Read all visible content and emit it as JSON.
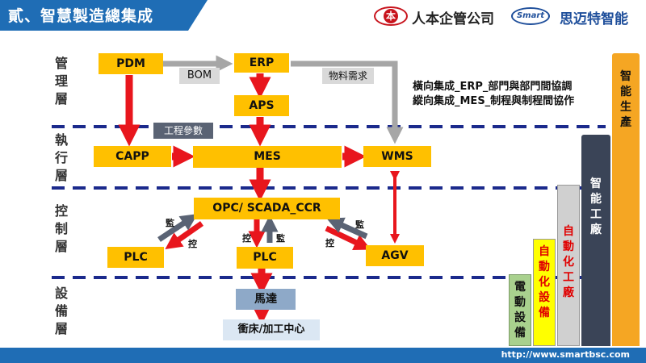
{
  "header": {
    "title": "貳、智慧製造總集成",
    "company1_logo": "本",
    "company1": "人本企管公司",
    "company2_logo": "Smart",
    "company2": "思迈特智能"
  },
  "layers": {
    "management": [
      "管",
      "理",
      "層"
    ],
    "execution": [
      "執",
      "行",
      "層"
    ],
    "control": [
      "控",
      "制",
      "層"
    ],
    "equipment": [
      "設",
      "備",
      "層"
    ]
  },
  "boxes": {
    "pdm": "PDM",
    "erp": "ERP",
    "aps": "APS",
    "bom": "BOM",
    "material": "物料需求",
    "eng_param": "工程參數",
    "capp": "CAPP",
    "mes": "MES",
    "wms": "WMS",
    "opc": "OPC/ SCADA_CCR",
    "plc_left": "PLC",
    "plc_mid": "PLC",
    "agv": "AGV",
    "motor": "馬達",
    "lathe": "衝床/加工中心"
  },
  "arrow_labels": {
    "left_monitor": "監",
    "left_control": "控",
    "mid_control": "控",
    "mid_monitor": "監",
    "right_monitor": "監",
    "right_control": "控"
  },
  "notes": {
    "horizontal": "橫向集成_ERP_部門與部門間協調",
    "vertical": "縱向集成_MES_制程與制程間協作"
  },
  "levels": [
    {
      "chars": [
        "電",
        "動",
        "設",
        "備"
      ],
      "bg": "#a9d18e",
      "color": "#111111"
    },
    {
      "chars": [
        "自",
        "動",
        "化",
        "設",
        "備"
      ],
      "bg": "#ffff00",
      "color": "#e00000"
    },
    {
      "chars": [
        "自",
        "動",
        "化",
        "工",
        "廠"
      ],
      "bg": "#d0d0d0",
      "color": "#e00000"
    },
    {
      "chars": [
        "智",
        "能",
        "工",
        "廠"
      ],
      "bg": "#3a4457",
      "color": "#ffffff"
    },
    {
      "chars": [
        "智",
        "能",
        "生",
        "產"
      ],
      "bg": "#f5a623",
      "color": "#111111"
    }
  ],
  "footer": {
    "url": "http://www.smartbsc.com"
  },
  "colors": {
    "header_blue": "#1f6db5",
    "box_yellow": "#ffc000",
    "arrow_red": "#e8161d",
    "dash_navy": "#1b2a8c"
  }
}
